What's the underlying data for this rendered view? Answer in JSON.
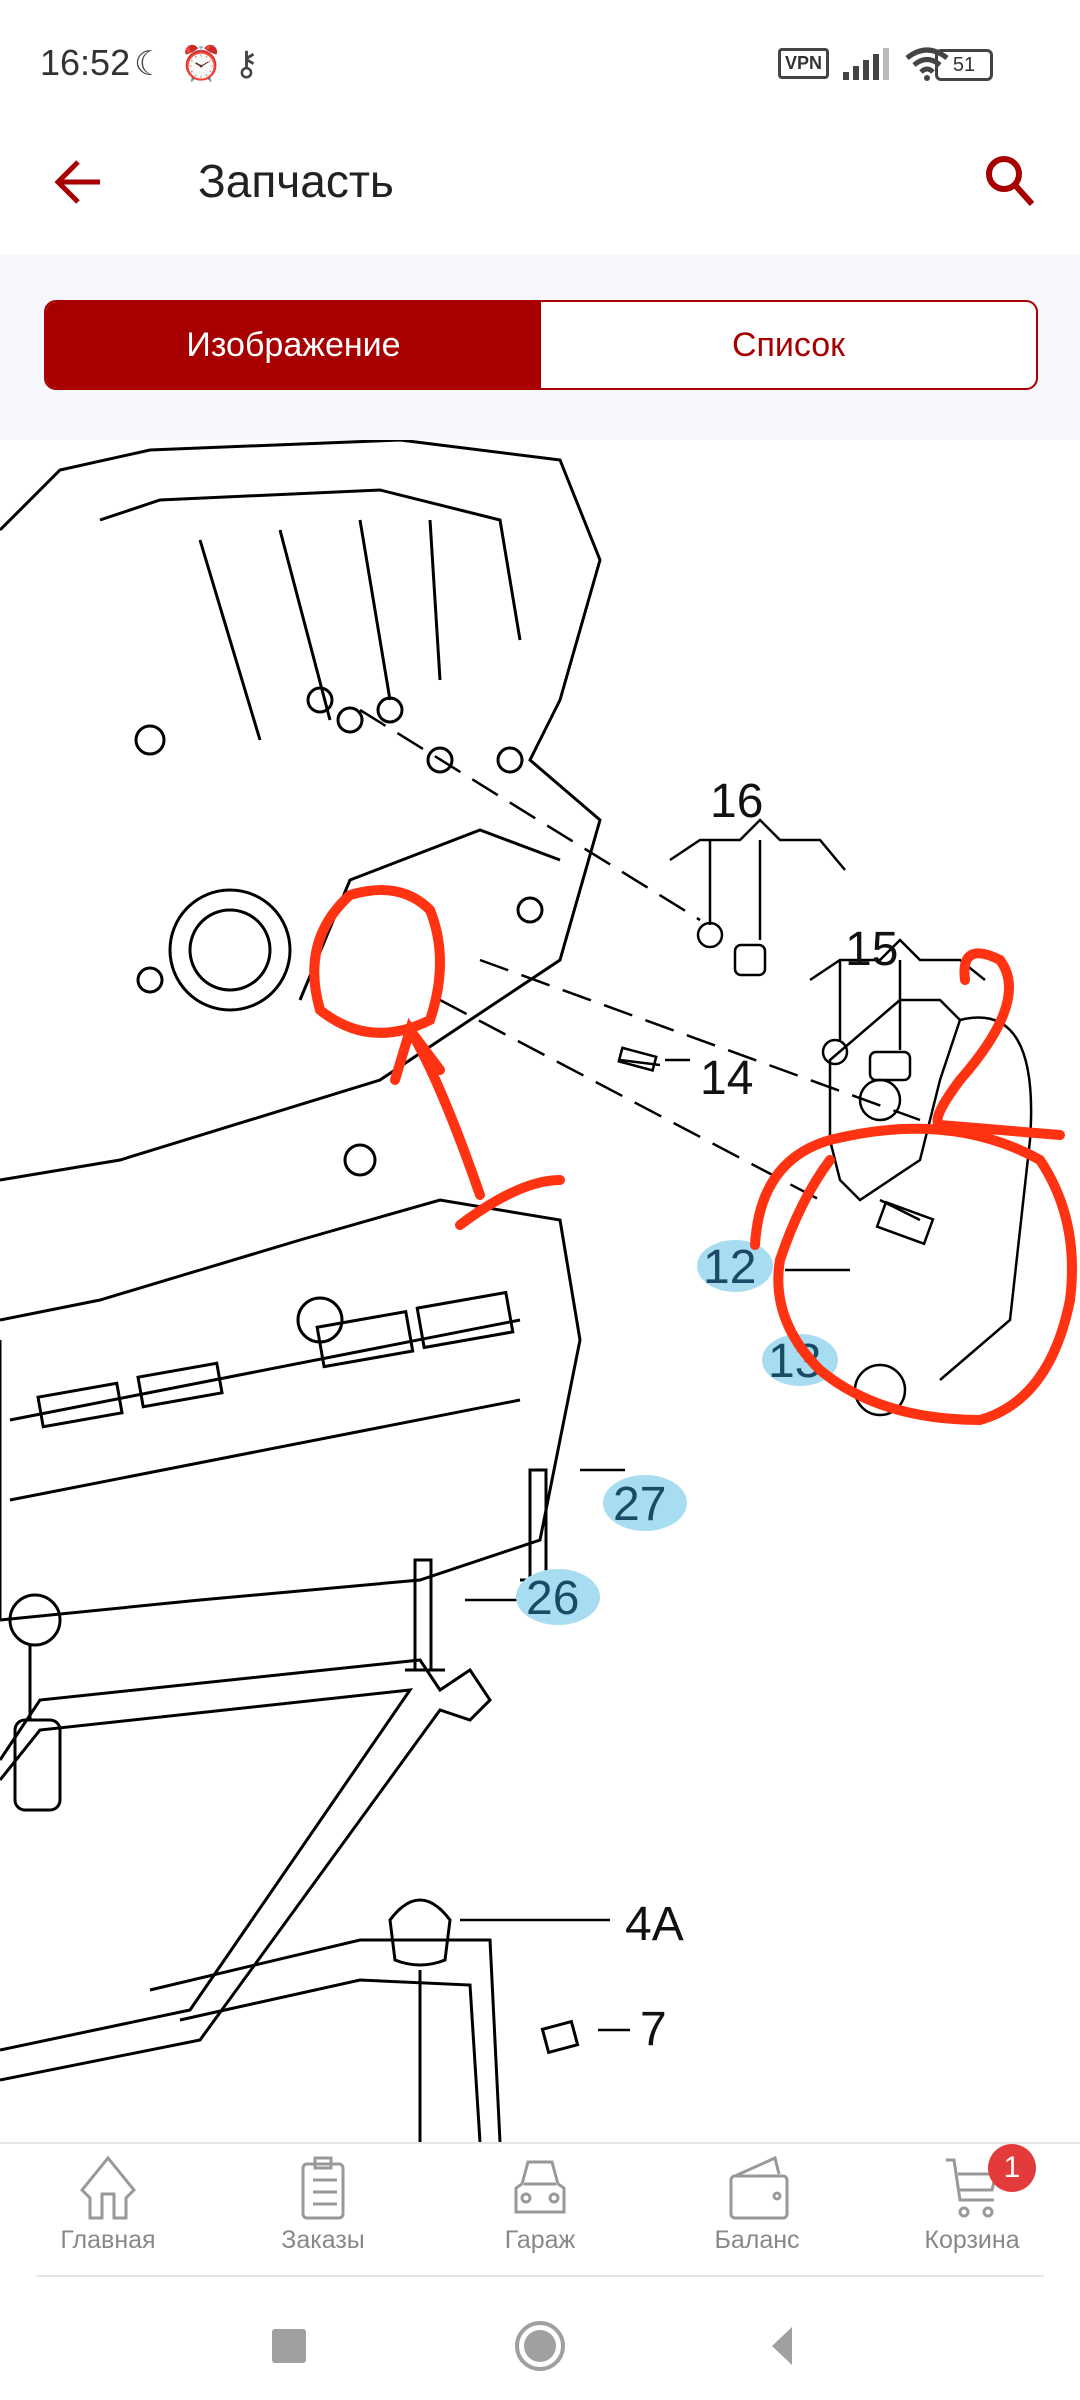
{
  "status_bar": {
    "time": "16:52",
    "vpn": "VPN",
    "battery": "51",
    "icons": [
      "moon-icon",
      "alarm-icon",
      "key-icon",
      "signal-icon",
      "wifi-icon",
      "battery-icon"
    ]
  },
  "app_bar": {
    "title": "Запчасть",
    "back_icon": "arrow-left-icon",
    "search_icon": "search-icon"
  },
  "tabs": [
    {
      "label": "Изображение",
      "active": true
    },
    {
      "label": "Список",
      "active": false
    }
  ],
  "diagram": {
    "callouts": [
      "16",
      "15",
      "14",
      "12",
      "13",
      "27",
      "26",
      "4A",
      "7"
    ],
    "highlighted": [
      "12",
      "13",
      "27",
      "26"
    ],
    "highlight_color": "#a8dcf0",
    "annotation_color": "#ff3311",
    "annotation_text": "2"
  },
  "bottom_nav": [
    {
      "label": "Главная",
      "icon": "home-icon"
    },
    {
      "label": "Заказы",
      "icon": "clipboard-icon"
    },
    {
      "label": "Гараж",
      "icon": "car-icon"
    },
    {
      "label": "Баланс",
      "icon": "wallet-icon"
    },
    {
      "label": "Корзина",
      "icon": "cart-icon",
      "badge": "1"
    }
  ],
  "colors": {
    "accent": "#a80000",
    "badge": "#e33b3b",
    "nav_gray": "#888888"
  }
}
